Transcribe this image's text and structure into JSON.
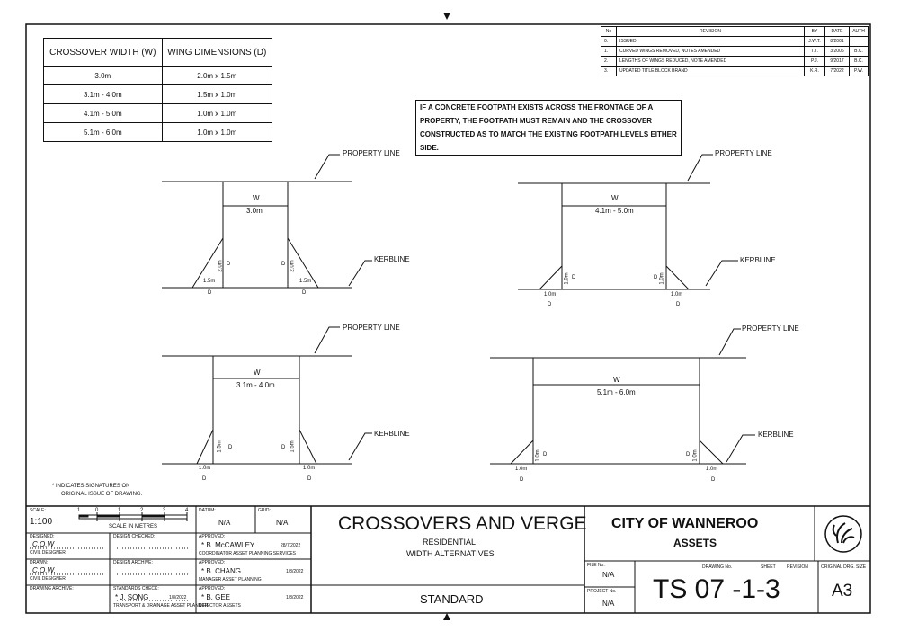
{
  "width_table": {
    "headers": [
      "CROSSOVER WIDTH   (W)",
      "WING DIMENSIONS (D)"
    ],
    "rows": [
      [
        "3.0m",
        "2.0m x 1.5m"
      ],
      [
        "3.1m  -  4.0m",
        "1.5m x 1.0m"
      ],
      [
        "4.1m  -  5.0m",
        "1.0m x 1.0m"
      ],
      [
        "5.1m  -  6.0m",
        "1.0m x 1.0m"
      ]
    ]
  },
  "revision_table": {
    "headers": [
      "No",
      "REVISION",
      "BY",
      "DATE",
      "AUTH"
    ],
    "rows": [
      [
        "0.",
        "ISSUED",
        "J.W.T.",
        "8/2001",
        ""
      ],
      [
        "1.",
        "CURVED WINGS REMOVED, NOTES AMENDED",
        "T.T.",
        "3/2006",
        "B.C."
      ],
      [
        "2.",
        "LENGTHS OF WINGS REDUCED, NOTE AMENDED",
        "P.J.",
        "9/2017",
        "B.C."
      ],
      [
        "3.",
        "UPDATED TITLE BLOCK BRAND",
        "K.R.",
        "7/2022",
        "P.W."
      ]
    ]
  },
  "note": "IF A CONCRETE FOOTPATH EXISTS ACROSS THE FRONTAGE OF A PROPERTY, THE FOOTPATH MUST REMAIN AND THE CROSSOVER CONSTRUCTED AS TO MATCH THE EXISTING FOOTPATH LEVELS EITHER SIDE.",
  "labels": {
    "property_line": "PROPERTY LINE",
    "kerbline": "KERBLINE",
    "w": "W",
    "d": "D"
  },
  "diagrams": [
    {
      "width": "3.0m",
      "wing_h": "2.0m",
      "wing_w": "1.5m"
    },
    {
      "width": "4.1m  -  5.0m",
      "wing_h": "1.0m",
      "wing_w": "1.0m"
    },
    {
      "width": "3.1m  -  4.0m",
      "wing_h": "1.5m",
      "wing_w": "1.0m"
    },
    {
      "width": "5.1m  -  6.0m",
      "wing_h": "1.0m",
      "wing_w": "1.0m"
    }
  ],
  "footnote": [
    "*  INDICATES SIGNATURES ON",
    "ORIGINAL ISSUE OF DRAWING."
  ],
  "title_block": {
    "scale_label": "SCALE:",
    "scale": "1:100",
    "scale_ticks": [
      "1",
      "0",
      "1",
      "2",
      "3",
      "4"
    ],
    "scale_caption": "SCALE IN METRES",
    "datum_label": "DATUM:",
    "datum": "N/A",
    "grid_label": "GRID:",
    "grid": "N/A",
    "designed_label": "DESIGNED:",
    "designed": "C.O.W",
    "designed_role": "CIVIL DESIGNER",
    "design_checked_label": "DESIGN CHECKED:",
    "drawn_label": "DRAWN:",
    "drawn": "C.O.W.",
    "drawn_role": "CIVIL DESIGNER",
    "design_archive_label": "DESIGN ARCHIVE:",
    "drawing_archive_label": "DRAWING ARCHIVE:",
    "standards_check_label": "STANDARDS CHECK:",
    "standards_name": "*  J. SONG",
    "standards_date": "1/8/2022",
    "standards_role": "TRANSPORT & DRAINAGE ASSET PLANNER",
    "approvals": [
      {
        "label": "APPROVED:",
        "name": "*  B. McCAWLEY",
        "date": "28/7/2022",
        "role": "COORDINATOR ASSET PLANNING SERVICES"
      },
      {
        "label": "APPROVED:",
        "name": "*  B. CHANG",
        "date": "1/8/2022",
        "role": "MANAGER ASSET PLANNING"
      },
      {
        "label": "APPROVED:",
        "name": "*  B. GEE",
        "date": "1/8/2022",
        "role": "DIRECTOR ASSETS"
      }
    ],
    "title": "CROSSOVERS AND VERGE",
    "subtitle1": "RESIDENTIAL",
    "subtitle2": "WIDTH ALTERNATIVES",
    "standard": "STANDARD",
    "org": "CITY OF WANNEROO",
    "dept": "ASSETS",
    "file_label": "FILE No.",
    "file": "N/A",
    "project_label": "PROJECT No.",
    "project": "N/A",
    "drawing_no_label": "DRAWING No.",
    "sheet_label": "SHEET",
    "revision_label": "REVISION",
    "drawing_no": "TS 07 -1-3",
    "size_label": "ORIGINAL DRG. SIZE",
    "size": "A3"
  }
}
